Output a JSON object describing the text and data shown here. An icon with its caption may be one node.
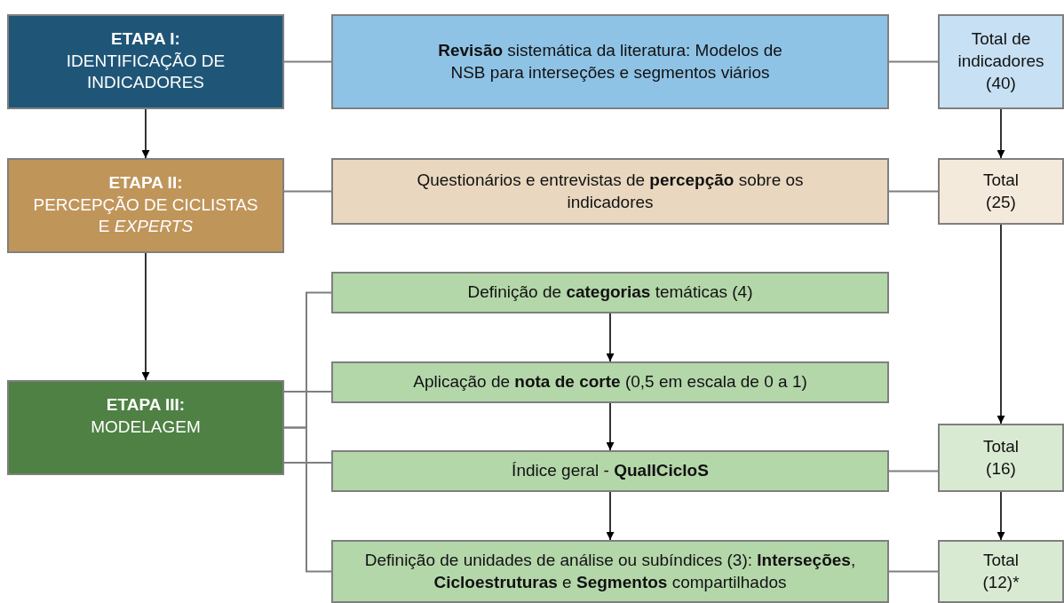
{
  "diagram": {
    "nodes": [
      {
        "text": [
          "ETAPA I:",
          "IDENTIFICAÇÃO DE INDICADORES"
        ]
      },
      {
        "text": [
          "**Revisão** sistemática da literatura: Modelos de NSB para interseções e segmentos viários"
        ]
      },
      {
        "text": [
          "Total de indicadores (40)"
        ]
      },
      {
        "text": [
          "ETAPA II:",
          "PERCEPÇÃO DE CICLISTAS E *EXPERTS*"
        ]
      },
      {
        "text": [
          "Questionários e entrevistas de **percepção** sobre os indicadores"
        ]
      },
      {
        "text": [
          "Total (25)"
        ]
      },
      {
        "text": [
          "ETAPA III:",
          "MODELAGEM"
        ]
      },
      {
        "text": [
          "Definição de **categorias** temáticas (4)"
        ]
      },
      {
        "text": [
          "Aplicação de **nota de corte** (0,5 em escala de 0 a 1)"
        ]
      },
      {
        "text": [
          "Índice geral - **QualICicloS**"
        ]
      },
      {
        "text": [
          "Total (16)"
        ]
      },
      {
        "text": [
          "Definição de unidades de análise ou subíndices (3): **Interseções**, **Cicloestruturas** e **Segmentos** compartilhados"
        ]
      },
      {
        "text": [
          "Total (12)*"
        ]
      }
    ],
    "edges": [
      {
        "from": 0,
        "to": 1,
        "arrow": "none"
      },
      {
        "from": 1,
        "to": 2,
        "arrow": "none"
      },
      {
        "from": 0,
        "to": 3,
        "arrow": "to",
        "color": "#000000"
      },
      {
        "from": 2,
        "to": 5,
        "arrow": "to",
        "color": "#000000"
      },
      {
        "from": 3,
        "to": 4,
        "arrow": "none"
      },
      {
        "from": 4,
        "to": 5,
        "arrow": "none"
      },
      {
        "from": 3,
        "to": 6,
        "arrow": "to",
        "color": "#000000"
      },
      {
        "from": 6,
        "to": 7,
        "arrow": "none"
      },
      {
        "from": 6,
        "to": 8,
        "arrow": "none"
      },
      {
        "from": 6,
        "to": 9,
        "arrow": "none"
      },
      {
        "from": 6,
        "to": 11,
        "arrow": "none"
      },
      {
        "from": 7,
        "to": 8,
        "arrow": "to",
        "color": "#000000"
      },
      {
        "from": 8,
        "to": 9,
        "arrow": "to",
        "color": "#000000"
      },
      {
        "from": 9,
        "to": 11,
        "arrow": "to",
        "color": "#000000"
      },
      {
        "from": 5,
        "to": 10,
        "arrow": "to",
        "color": "#000000"
      },
      {
        "from": 10,
        "to": 12,
        "arrow": "to",
        "color": "#000000"
      },
      {
        "from": 9,
        "to": 10,
        "arrow": "none"
      },
      {
        "from": 11,
        "to": 12,
        "arrow": "none"
      }
    ]
  }
}
